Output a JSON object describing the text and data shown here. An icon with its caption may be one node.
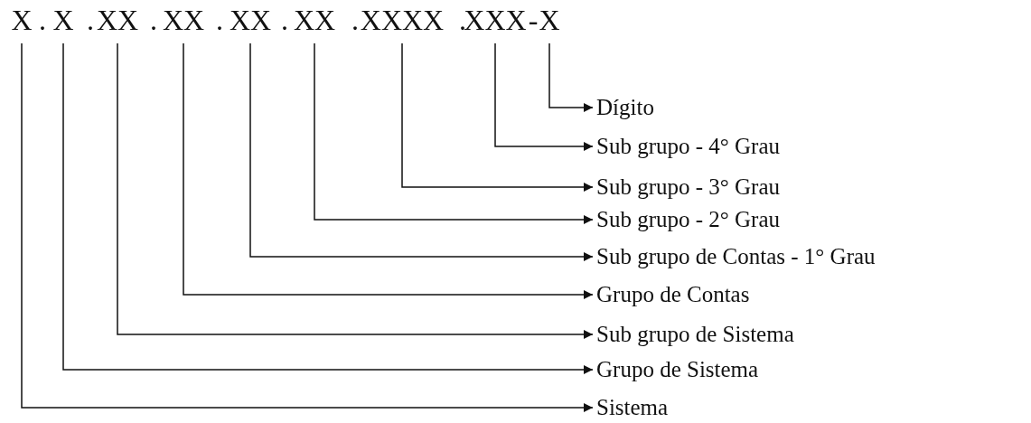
{
  "diagram": {
    "nodes": [
      {
        "text": [
          "X"
        ]
      },
      {
        "text": [
          "X"
        ]
      },
      {
        "text": [
          "XX"
        ]
      },
      {
        "text": [
          "XX"
        ]
      },
      {
        "text": [
          "XX"
        ]
      },
      {
        "text": [
          "XX"
        ]
      },
      {
        "text": [
          "XXXX"
        ]
      },
      {
        "text": [
          "XXX"
        ]
      },
      {
        "text": [
          "X"
        ]
      },
      {
        "text": [
          "Dígito"
        ]
      },
      {
        "text": [
          "Sub grupo - 4° Grau"
        ]
      },
      {
        "text": [
          "Sub grupo - 3° Grau"
        ]
      },
      {
        "text": [
          "Sub grupo - 2° Grau"
        ]
      },
      {
        "text": [
          "Sub grupo de Contas - 1° Grau"
        ]
      },
      {
        "text": [
          "Grupo de Contas"
        ]
      },
      {
        "text": [
          "Sub grupo de Sistema"
        ]
      },
      {
        "text": [
          "Grupo de Sistema"
        ]
      },
      {
        "text": [
          "Sistema"
        ]
      }
    ],
    "edges": [
      {
        "from": 8,
        "to": 9,
        "arrow": "to"
      },
      {
        "from": 7,
        "to": 10,
        "arrow": "to"
      },
      {
        "from": 6,
        "to": 11,
        "arrow": "to"
      },
      {
        "from": 5,
        "to": 12,
        "arrow": "to"
      },
      {
        "from": 4,
        "to": 13,
        "arrow": "to"
      },
      {
        "from": 3,
        "to": 14,
        "arrow": "to"
      },
      {
        "from": 2,
        "to": 15,
        "arrow": "to"
      },
      {
        "from": 1,
        "to": 16,
        "arrow": "to"
      },
      {
        "from": 0,
        "to": 17,
        "arrow": "to"
      }
    ],
    "labels": [
      ".",
      ".",
      ".",
      ".",
      ".",
      ".",
      ".",
      "-"
    ]
  }
}
